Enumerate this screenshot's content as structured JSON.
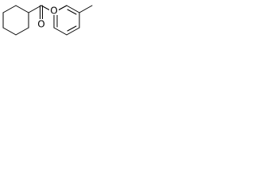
{
  "molecule": {
    "atoms": [
      {
        "symbol": "O",
        "label": "O"
      },
      {
        "symbol": "O",
        "label": "O"
      }
    ]
  }
}
